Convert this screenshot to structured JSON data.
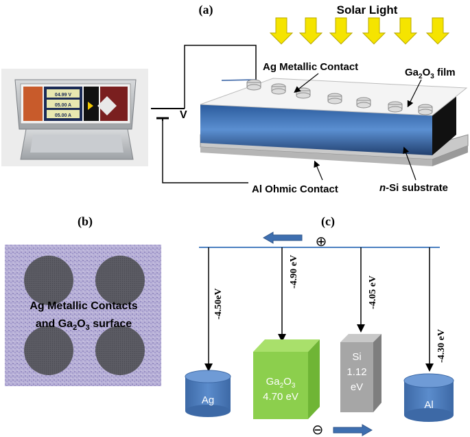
{
  "panel_a": {
    "label": "(a)",
    "solar_light": "Solar Light",
    "ag_contact": "Ag Metallic Contact",
    "film_main": "Ga",
    "film_sub1": "2",
    "film_mid": "O",
    "film_sub2": "3",
    "film_tail": " film",
    "voltage": "V",
    "al_contact": "Al Ohmic Contact",
    "substrate_italic": "n",
    "substrate_rest": "-Si substrate",
    "meter_readings": [
      "04.99 V",
      "05.00 A",
      "05.00 A"
    ]
  },
  "panel_b": {
    "label": "(b)",
    "caption_line1": "Ag Metallic Contacts",
    "caption_line2_a": "and Ga",
    "caption_line2_sub1": "2",
    "caption_line2_b": "O",
    "caption_line2_sub2": "3",
    "caption_line2_c": " surface"
  },
  "panel_c": {
    "label": "(c)",
    "plus_sign": "⊕",
    "minus_sign": "⊖",
    "levels": [
      {
        "energy": "-4.50eV",
        "name": "Ag"
      },
      {
        "energy": "-4.90 eV",
        "name_a": "Ga",
        "name_sub1": "2",
        "name_b": "O",
        "name_sub2": "3",
        "bandgap": "4.70 eV"
      },
      {
        "energy": "-4.05 eV",
        "name": "Si",
        "bandgap_1": "1.12",
        "bandgap_2": "eV"
      },
      {
        "energy": "-4.30 eV",
        "name": "Al"
      }
    ]
  },
  "colors": {
    "arrow_yellow": "#f5e400",
    "film_blue": "#3a6fb5",
    "ga2o3_green": "#8ccf4d",
    "si_gray": "#a6a6a6",
    "cylinder_blue": "#4f7fbf",
    "vacuum_line": "#4a7fc0"
  }
}
